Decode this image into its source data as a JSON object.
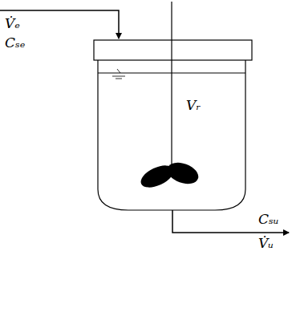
{
  "diagram": {
    "labels": [
      "V̇ₑ",
      "Cₛₑ",
      "Vᵣ",
      "Cₛᵤ",
      "V̇ᵤ"
    ]
  }
}
